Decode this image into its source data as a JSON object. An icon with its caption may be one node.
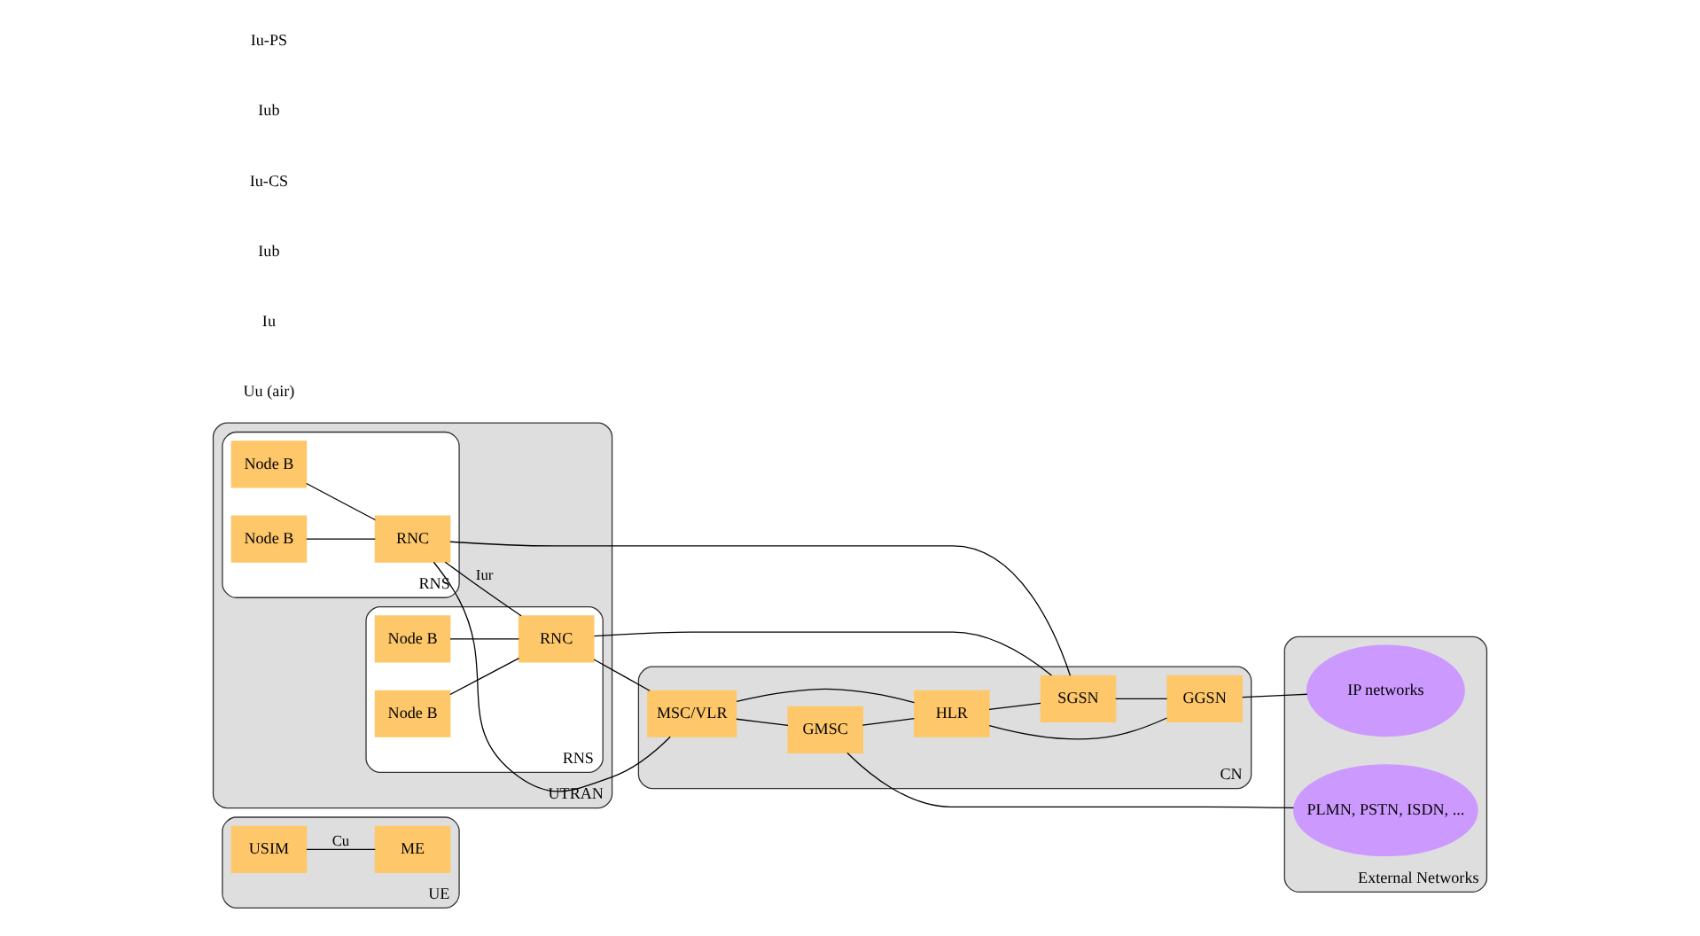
{
  "diagram": {
    "nodes": [
      {
        "text": [
          "UE"
        ]
      },
      {
        "text": [
          "USIM"
        ],
        "in": 0
      },
      {
        "text": [
          "ME"
        ],
        "in": 0
      },
      {
        "text": [
          "UTRAN"
        ]
      },
      {
        "text": [
          "RNS"
        ],
        "in": 3
      },
      {
        "text": [
          "Node B"
        ],
        "in": 4
      },
      {
        "text": [
          "Node B"
        ],
        "in": 4
      },
      {
        "text": [
          "RNC"
        ],
        "in": 4
      },
      {
        "text": [
          "RNS"
        ],
        "in": 3
      },
      {
        "text": [
          "Node B"
        ],
        "in": 8
      },
      {
        "text": [
          "Node B"
        ],
        "in": 8
      },
      {
        "text": [
          "RNC"
        ],
        "in": 8
      },
      {
        "text": [
          "CN"
        ]
      },
      {
        "text": [
          "MSC/VLR"
        ],
        "in": 12
      },
      {
        "text": [
          "GMSC"
        ],
        "in": 12
      },
      {
        "text": [
          "HLR"
        ],
        "in": 12
      },
      {
        "text": [
          "SGSN"
        ],
        "in": 12
      },
      {
        "text": [
          "GGSN"
        ],
        "in": 12
      },
      {
        "text": [
          "External Networks"
        ]
      },
      {
        "text": [
          "PLMN, PSTN, ISDN, ..."
        ],
        "in": 18
      },
      {
        "text": [
          "IP networks"
        ],
        "in": 18
      }
    ],
    "edges": [
      {
        "from": 1,
        "to": 2,
        "arrow": "none",
        "label": "Cu"
      },
      {
        "from": 5,
        "to": 7,
        "arrow": "none"
      },
      {
        "from": 6,
        "to": 7,
        "arrow": "none"
      },
      {
        "from": 9,
        "to": 11,
        "arrow": "none"
      },
      {
        "from": 10,
        "to": 11,
        "arrow": "none"
      },
      {
        "from": 7,
        "to": 11,
        "arrow": "none",
        "label": "Iur"
      },
      {
        "from": 7,
        "to": 13,
        "arrow": "none"
      },
      {
        "from": 7,
        "to": 16,
        "arrow": "none"
      },
      {
        "from": 11,
        "to": 13,
        "arrow": "none"
      },
      {
        "from": 11,
        "to": 16,
        "arrow": "none"
      },
      {
        "from": 13,
        "to": 14,
        "arrow": "none"
      },
      {
        "from": 13,
        "to": 15,
        "arrow": "none"
      },
      {
        "from": 14,
        "to": 15,
        "arrow": "none"
      },
      {
        "from": 15,
        "to": 16,
        "arrow": "none"
      },
      {
        "from": 15,
        "to": 17,
        "arrow": "none"
      },
      {
        "from": 16,
        "to": 17,
        "arrow": "none"
      },
      {
        "from": 14,
        "to": 19,
        "arrow": "none"
      },
      {
        "from": 17,
        "to": 20,
        "arrow": "none"
      }
    ],
    "labels": [
      "Uu (air)",
      "Iu",
      "Iub",
      "Iu-CS",
      "Iub",
      "Iu-PS"
    ]
  }
}
